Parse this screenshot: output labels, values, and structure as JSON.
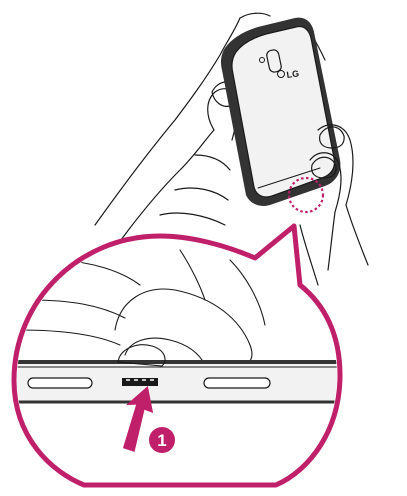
{
  "phone": {
    "brand_logo": "LG",
    "body_color": "#f2f2f2",
    "frame_color": "#333333"
  },
  "callout": {
    "ring_color": "#c0206a",
    "highlight_color": "#c0206a"
  },
  "step_marker": {
    "number": "1",
    "color": "#c0206a",
    "text_color": "#ffffff"
  },
  "icons": {
    "arrow": "push-up-arrow-icon",
    "step": "step-number-badge"
  }
}
